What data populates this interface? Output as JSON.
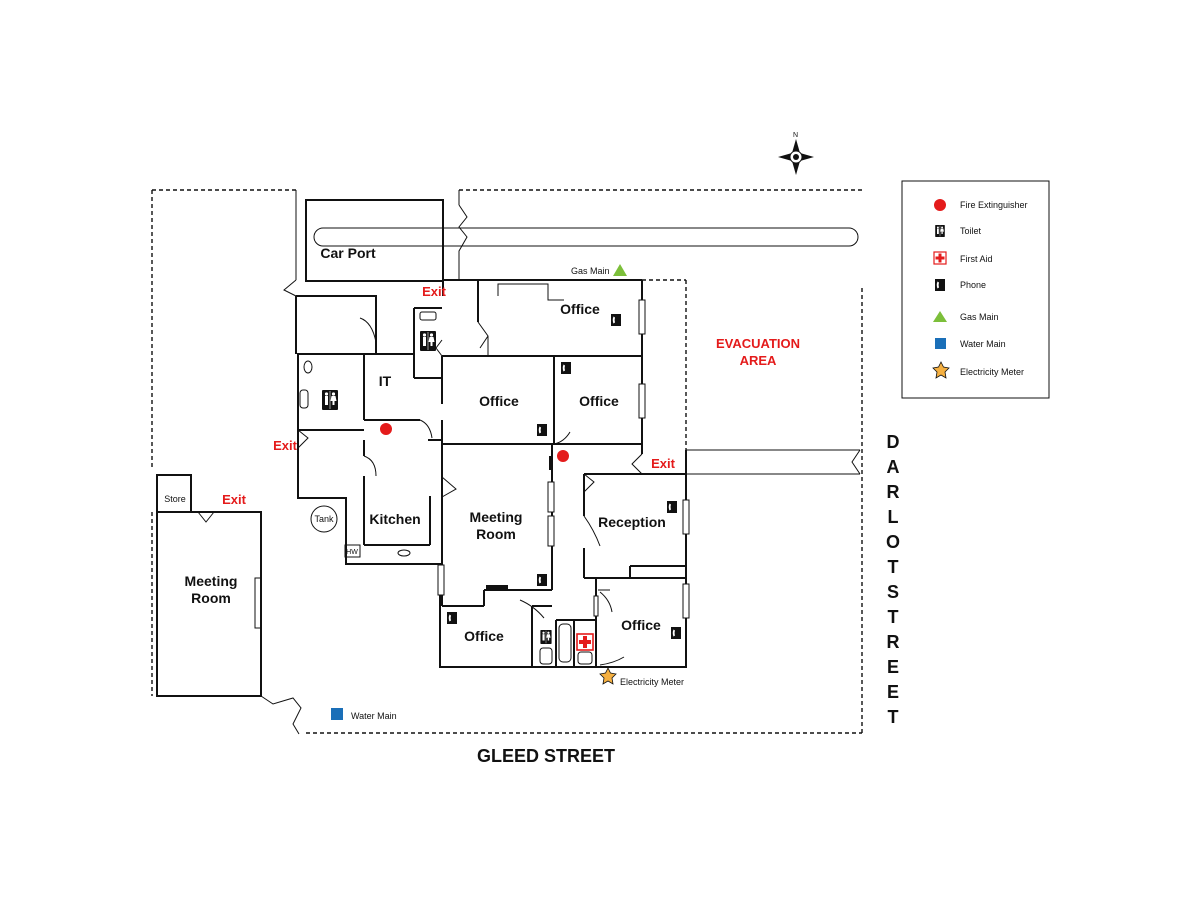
{
  "rooms": {
    "car_port": "Car Port",
    "office_top": "Office",
    "office_mid_left": "Office",
    "office_mid_right": "Office",
    "it": "IT",
    "kitchen": "Kitchen",
    "meeting_room_main_1": "Meeting",
    "meeting_room_main_2": "Room",
    "reception": "Reception",
    "office_bottom_left": "Office",
    "office_bottom_right": "Office",
    "meeting_room_side_1": "Meeting",
    "meeting_room_side_2": "Room",
    "store": "Store",
    "tank": "Tank",
    "hw": "HW"
  },
  "exits": {
    "exit_top": "Exit",
    "exit_left": "Exit",
    "exit_side": "Exit",
    "exit_right": "Exit"
  },
  "annotations": {
    "gas_main": "Gas Main",
    "water_main": "Water Main",
    "electricity_meter": "Electricity Meter",
    "evacuation_area_1": "EVACUATION",
    "evacuation_area_2": "AREA",
    "compass_n": "N"
  },
  "streets": {
    "gleed": "GLEED STREET",
    "darlot_letters": [
      "D",
      "A",
      "R",
      "L",
      "O",
      "T",
      "S",
      "T",
      "R",
      "E",
      "E",
      "T"
    ]
  },
  "legend": {
    "items": [
      {
        "label": "Fire Extinguisher",
        "icon": "fire-extinguisher-icon"
      },
      {
        "label": "Toilet",
        "icon": "toilet-icon"
      },
      {
        "label": "First Aid",
        "icon": "first-aid-icon"
      },
      {
        "label": "Phone",
        "icon": "phone-icon"
      },
      {
        "label": "Gas Main",
        "icon": "gas-main-icon"
      },
      {
        "label": "Water Main",
        "icon": "water-main-icon"
      },
      {
        "label": "Electricity Meter",
        "icon": "electricity-meter-icon"
      }
    ]
  },
  "colors": {
    "exit_red": "#e41b1b",
    "extinguisher_red": "#e41b1b",
    "gas_green": "#7cbf3a",
    "water_blue": "#1a6fb8",
    "meter_orange": "#f5b041"
  }
}
